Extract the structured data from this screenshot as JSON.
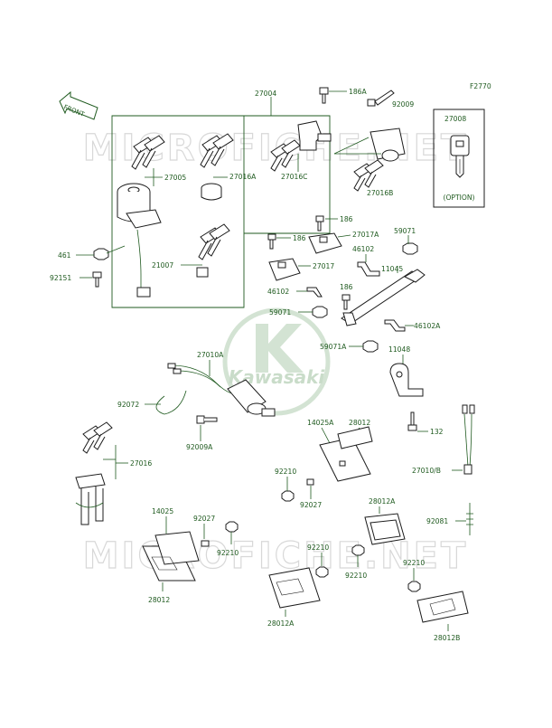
{
  "diagram": {
    "figure_code": "F2770",
    "front_label": "FRONT",
    "option_label": "(OPTION)",
    "watermark_text": "MICROFICHE.NET",
    "brand_text": "Kawasaki",
    "colors": {
      "label": "#1f5a1f",
      "line": "#1c1c1c",
      "watermark": "#dcdcdc",
      "logo": "#c9dcc9"
    },
    "labels": {
      "p27004": "27004",
      "p186A": "186A",
      "p92009": "92009",
      "p27008": "27008",
      "p27005": "27005",
      "p27016A": "27016A",
      "p27016C": "27016C",
      "p27016B": "27016B",
      "p186_a": "186",
      "p186_b": "186",
      "p186_c": "186",
      "p27017A": "27017A",
      "p59071_a": "59071",
      "p461": "461",
      "p46102_a": "46102",
      "p11045": "11045",
      "p21007": "21007",
      "p27017": "27017",
      "p92151": "92151",
      "p46102_b": "46102",
      "p59071_b": "59071",
      "p46102A": "46102A",
      "p27010A": "27010A",
      "p59071A": "59071A",
      "p11048": "11048",
      "p92072": "92072",
      "p92009A": "92009A",
      "p14025A": "14025A",
      "p28012_a": "28012",
      "p132": "132",
      "p27016": "27016",
      "p92210_a": "92210",
      "p27010B": "27010/B",
      "p92027_a": "92027",
      "p28012A_a": "28012A",
      "p14025": "14025",
      "p92027_b": "92027",
      "p92081": "92081",
      "p92210_b": "92210",
      "p92210_c": "92210",
      "p92210_d": "92210",
      "p92210_e": "92210",
      "p28012_b": "28012",
      "p28012A_b": "28012A",
      "p28012B": "28012B"
    }
  }
}
